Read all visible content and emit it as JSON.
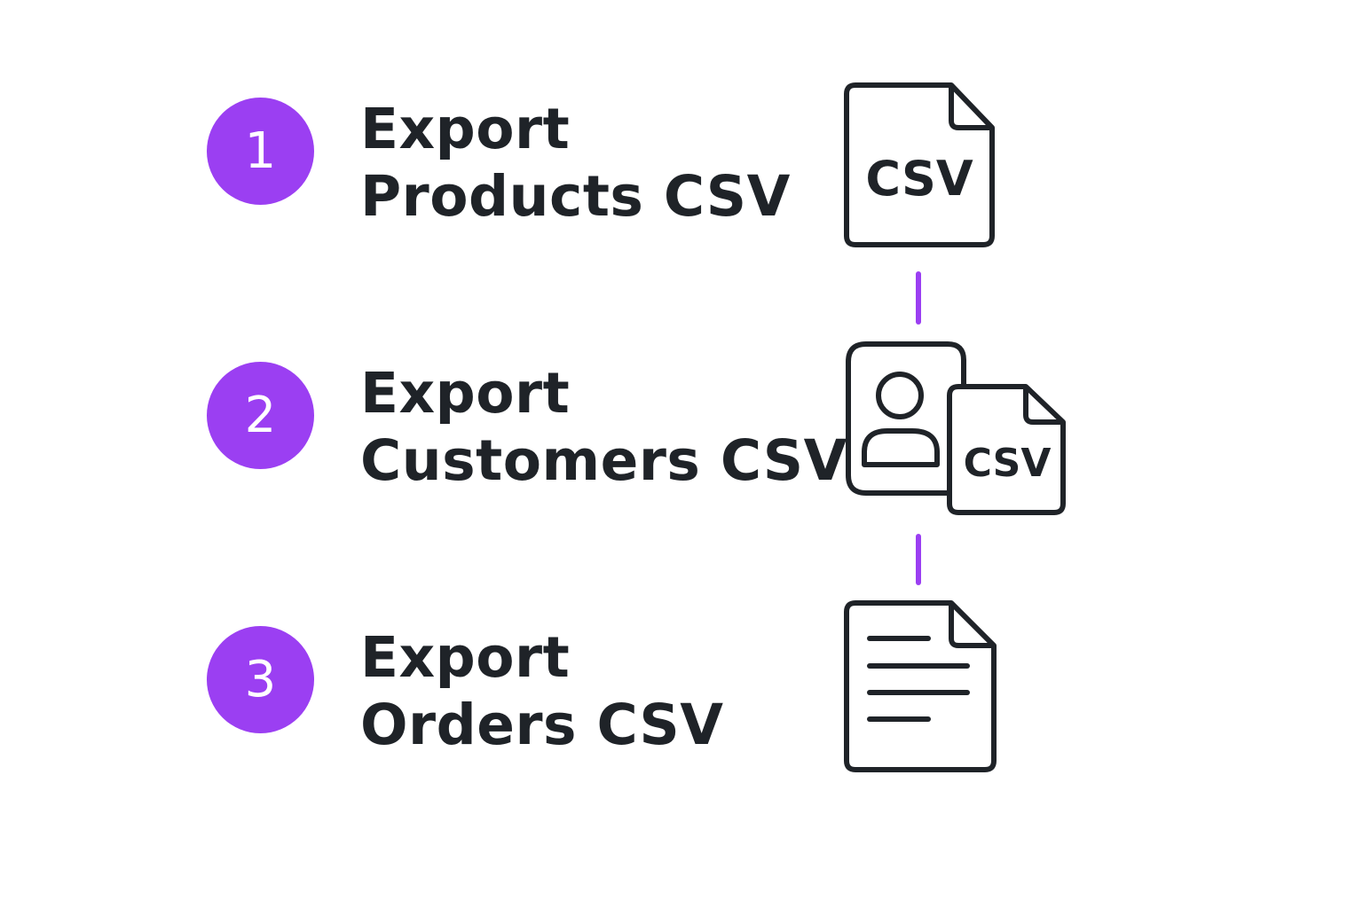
{
  "colors": {
    "accent": "#9b3ff2",
    "text": "#1f2328",
    "background": "#ffffff"
  },
  "steps": [
    {
      "number": "1",
      "line1": "Export",
      "line2": "Products CSV",
      "icon": "csv-file-icon",
      "icon_label": "CSV"
    },
    {
      "number": "2",
      "line1": "Export",
      "line2": "Customers CSV",
      "icon": "customer-csv-icon",
      "icon_label": "CSV"
    },
    {
      "number": "3",
      "line1": "Export",
      "line2": "Orders CSV",
      "icon": "document-icon"
    }
  ]
}
